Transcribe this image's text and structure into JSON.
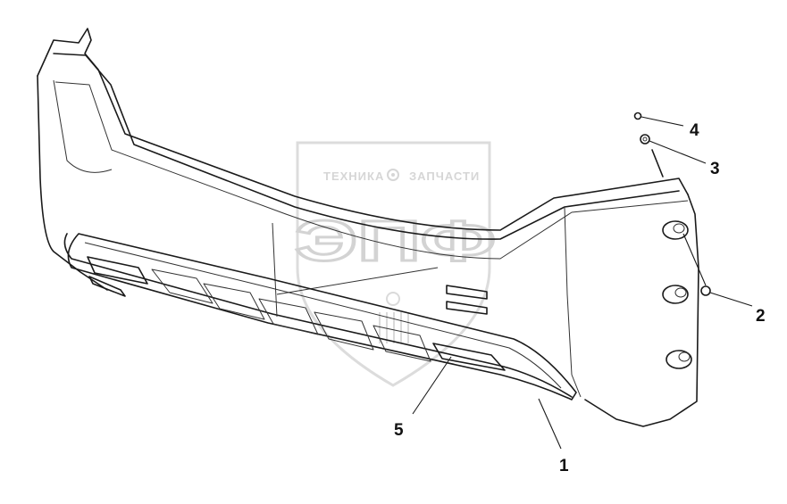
{
  "watermark": {
    "line1_left": "ТЕХНИКА",
    "line1_right": "ЗАПЧАСТИ",
    "logo": "ЭПФ",
    "gear_icon": "gear-icon",
    "color": "#d3d3d3"
  },
  "callouts": [
    {
      "id": "1",
      "label": "1"
    },
    {
      "id": "2",
      "label": "2"
    },
    {
      "id": "3",
      "label": "3"
    },
    {
      "id": "4",
      "label": "4"
    },
    {
      "id": "5",
      "label": "5"
    }
  ],
  "colors": {
    "line": "#1a1a1a",
    "background": "#ffffff"
  }
}
